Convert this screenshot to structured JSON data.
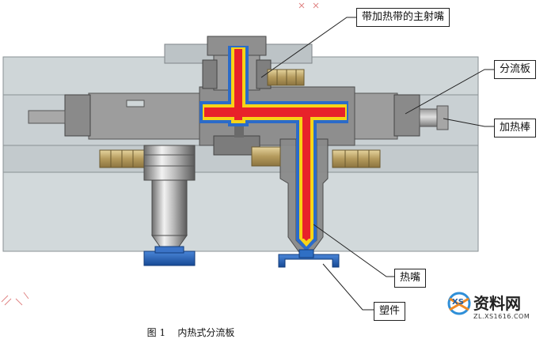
{
  "labels": {
    "main_nozzle": "带加热带的主射嘴",
    "manifold": "分流板",
    "heater_rod": "加热棒",
    "hot_nozzle": "热嘴",
    "plastic_part": "塑件"
  },
  "caption": {
    "figure_no": "图 1",
    "title": "内热式分流板"
  },
  "watermark": {
    "brand": "资料网",
    "logo_letters": "XS",
    "url": "ZL.XS1616.COM"
  },
  "colors": {
    "mold_plate": "#cfd6d8",
    "mold_plate_dark": "#b9c1c4",
    "steel": "#9a9a9a",
    "steel_dark": "#6e6e6e",
    "melt_core": "#e8222a",
    "melt_outer": "#f7d417",
    "insulation": "#2b6bc9",
    "heater_bronze": "#c8b27a",
    "base_blue": "#1f5fb8",
    "callout_border": "#222222"
  }
}
